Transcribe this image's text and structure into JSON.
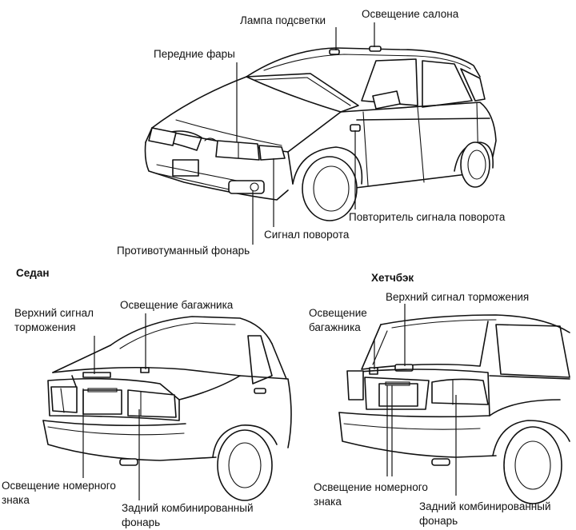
{
  "top_car": {
    "labels": {
      "map_lamp": "Лампа подсветки",
      "interior_light": "Освещение салона",
      "headlights": "Передние фары",
      "side_repeater": "Повторитель сигнала поворота",
      "turn_signal": "Сигнал поворота",
      "fog_lamp": "Противотуманный фонарь"
    }
  },
  "sedan": {
    "title": "Седан",
    "labels": {
      "high_stop_1": "Верхний сигнал",
      "high_stop_2": "торможения",
      "trunk_light": "Освещение багажника",
      "plate_light_1": "Освещение номерного",
      "plate_light_2": "знака",
      "rear_combo_1": "Задний комбинированный",
      "rear_combo_2": "фонарь"
    }
  },
  "hatchback": {
    "title": "Хетчбэк",
    "labels": {
      "trunk_light_1": "Освещение",
      "trunk_light_2": "багажника",
      "high_stop": "Верхний сигнал торможения",
      "plate_light_1": "Освещение номерного",
      "plate_light_2": "знака",
      "rear_combo_1": "Задний комбинированный",
      "rear_combo_2": "фонарь"
    }
  }
}
